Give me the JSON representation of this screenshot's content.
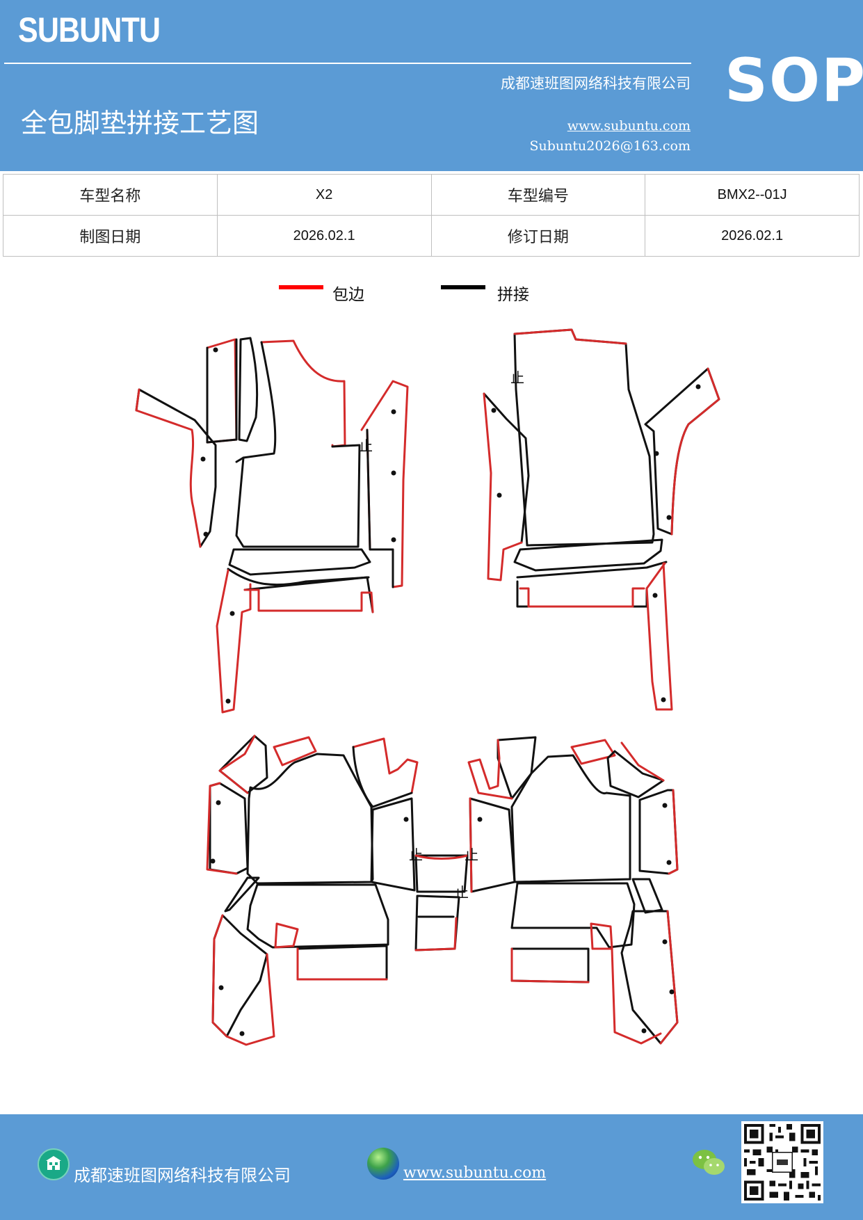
{
  "header": {
    "brand": "SUBUNTU",
    "company": "成都速班图网络科技有限公司",
    "title": "全包脚垫拼接工艺图",
    "website": "www.subuntu.com",
    "email": "Subuntu2026@163.com",
    "badge": "SOP",
    "background_color": "#5b9bd5"
  },
  "info_table": {
    "rows": [
      {
        "label1": "车型名称",
        "value1": "X2",
        "label2": "车型编号",
        "value2": "BMX2--01J"
      },
      {
        "label1": "制图日期",
        "value1": "2026.02.1",
        "label2": "修订日期",
        "value2": "2026.02.1"
      }
    ]
  },
  "legend": {
    "items": [
      {
        "label": "包边",
        "color": "#ff0000"
      },
      {
        "label": "拼接",
        "color": "#000000"
      }
    ]
  },
  "diagram": {
    "stop_mark": "止",
    "edge_color": "#d42b2b",
    "seam_color": "#111111"
  },
  "footer": {
    "company": "成都速班图网络科技有限公司",
    "website": "www.subuntu.com",
    "icons": [
      "building-icon",
      "globe-icon",
      "wechat-icon",
      "qr-code"
    ]
  }
}
